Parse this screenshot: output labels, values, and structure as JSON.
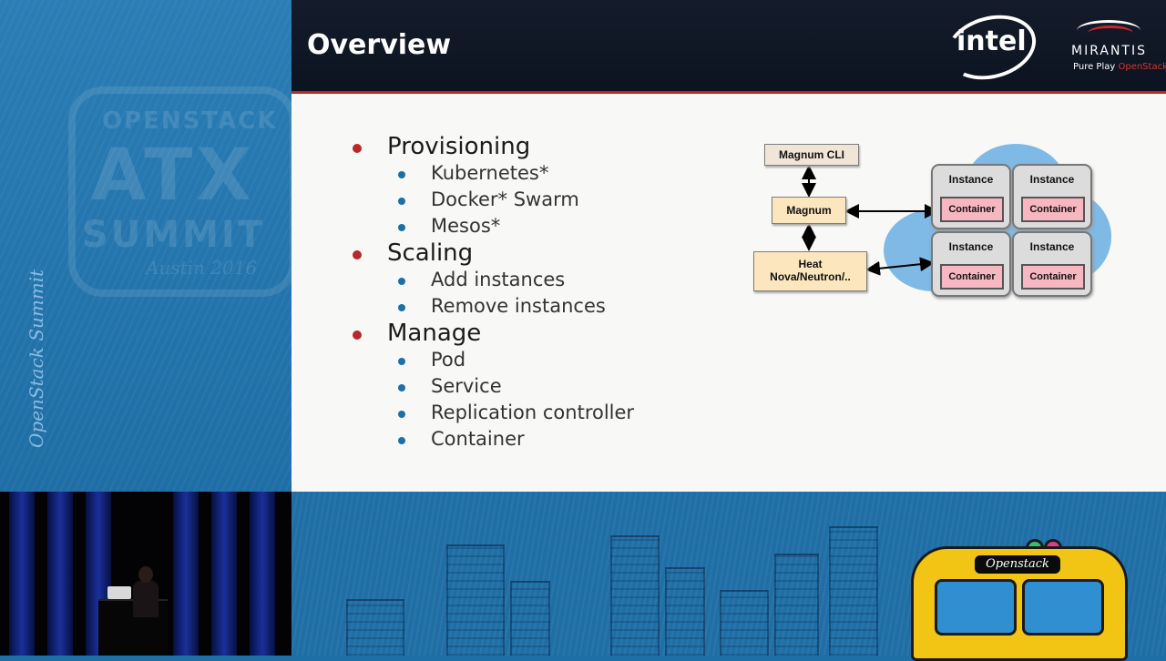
{
  "slide": {
    "title": "Overview",
    "logos": {
      "intel": "intel",
      "mirantis_name": "MIRANTIS",
      "mirantis_tag_prefix": "Pure Play",
      "mirantis_tag_accent": "OpenStack"
    },
    "bullets": [
      {
        "label": "Provisioning",
        "children": [
          "Kubernetes*",
          "Docker* Swarm",
          "Mesos*"
        ]
      },
      {
        "label": "Scaling",
        "children": [
          "Add instances",
          "Remove instances"
        ]
      },
      {
        "label": "Manage",
        "children": [
          "Pod",
          "Service",
          "Replication controller",
          "Container"
        ]
      }
    ],
    "diagram": {
      "cli": "Magnum CLI",
      "magnum": "Magnum",
      "heat_line1": "Heat",
      "heat_line2": "Nova/Neutron/..",
      "instance_label": "Instance",
      "container_label": "Container"
    }
  },
  "branding": {
    "badge_line1": "OPENSTACK",
    "badge_line2": "ATX",
    "badge_line3": "SUMMIT",
    "badge_line4": "Austin 2016",
    "vertical_text": "OpenStack Summit",
    "bus_sign": "Openstack"
  },
  "colors": {
    "accent_red": "#b8282a",
    "accent_blue": "#1f6ea6",
    "header_bg": "#141c2b"
  }
}
